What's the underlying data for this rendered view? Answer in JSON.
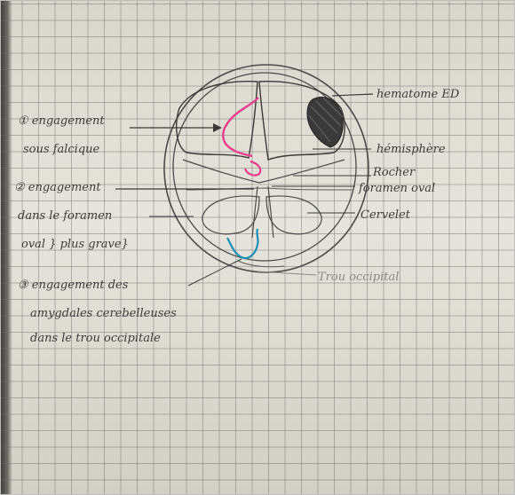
{
  "annotations": {
    "label_1_line1": "① engagement",
    "label_1_line2": "sous falcique",
    "label_2_line1": "② engagement",
    "label_2_line2": "dans le foramen",
    "label_2_line3": "oval } plus grave}",
    "label_3_line1": "③ engagement des",
    "label_3_line2": "amygdales cerebelleuses",
    "label_3_line3": "dans le trou occipitale",
    "right_hematome": "hematome ED",
    "right_hemisphere": "hémisphère",
    "right_rocher": "Rocher",
    "right_foramen": "foramen oval",
    "right_cervelet": "Cervelet",
    "right_trou": "Trou occipital"
  },
  "colors": {
    "paper": "#e6e4dc",
    "pencil": "#3c3c3c",
    "herniation_pink": "#e83e8c",
    "herniation_blue": "#1c8fb5",
    "hematoma_fill": "#3a3a3a"
  }
}
